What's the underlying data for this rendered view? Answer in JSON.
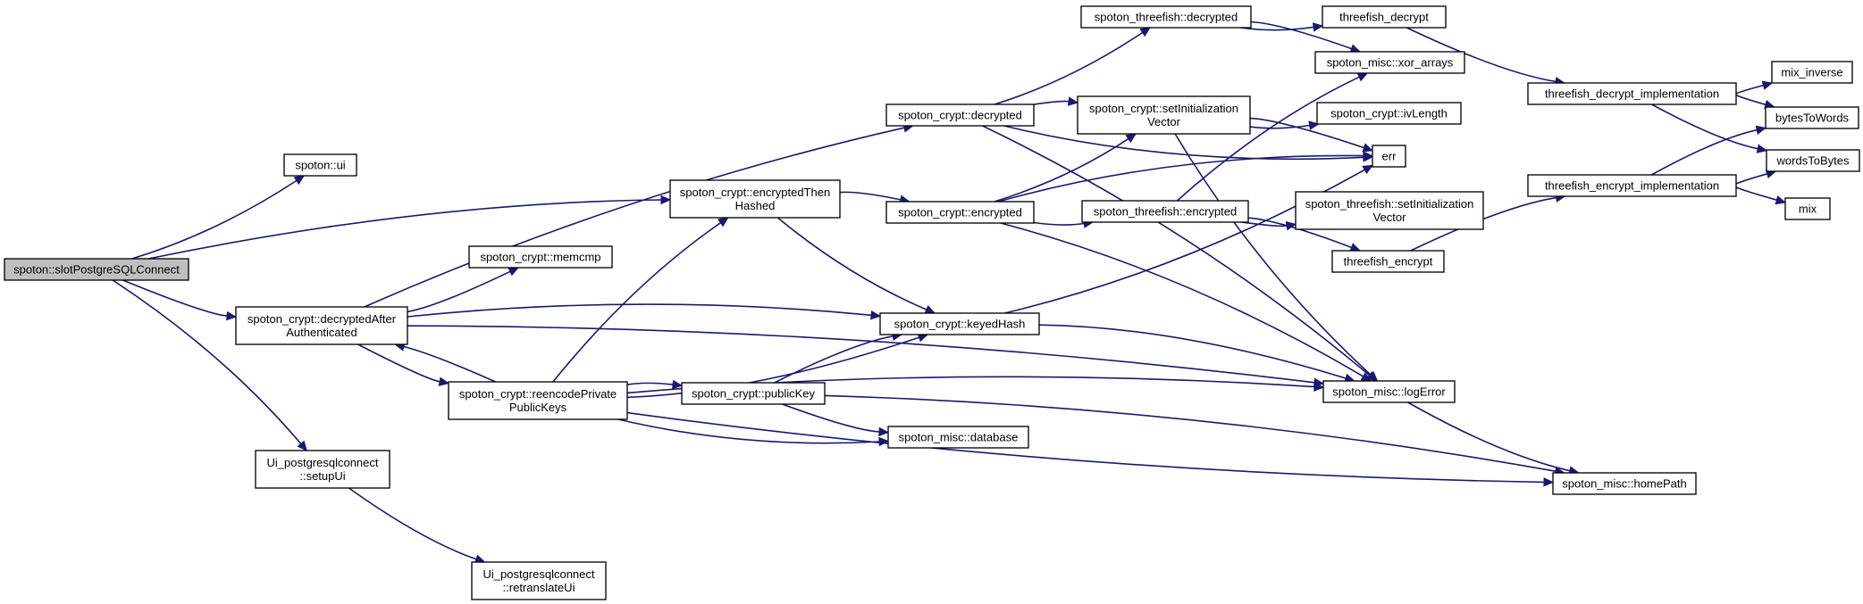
{
  "diagram": {
    "colors": {
      "edge": "#191970",
      "node_fill": "#ffffff",
      "root_fill": "#bfbfbf",
      "border": "#000000"
    },
    "nodes": [
      {
        "id": "slotPostgreSQLConnect",
        "lines": [
          "spoton::slotPostgreSQLConnect"
        ],
        "root": true
      },
      {
        "id": "ui",
        "lines": [
          "spoton::ui"
        ]
      },
      {
        "id": "decryptedAfterAuthenticated",
        "lines": [
          "spoton_crypt::decryptedAfter",
          "Authenticated"
        ]
      },
      {
        "id": "encryptedThenHashed",
        "lines": [
          "spoton_crypt::encryptedThen",
          "Hashed"
        ]
      },
      {
        "id": "setupUi",
        "lines": [
          "Ui_postgresqlconnect",
          "::setupUi"
        ]
      },
      {
        "id": "retranslateUi",
        "lines": [
          "Ui_postgresqlconnect",
          "::retranslateUi"
        ]
      },
      {
        "id": "memcmp",
        "lines": [
          "spoton_crypt::memcmp"
        ]
      },
      {
        "id": "reencodePrivatePublicKeys",
        "lines": [
          "spoton_crypt::reencodePrivate",
          "PublicKeys"
        ]
      },
      {
        "id": "decrypted",
        "lines": [
          "spoton_crypt::decrypted"
        ]
      },
      {
        "id": "encrypted",
        "lines": [
          "spoton_crypt::encrypted"
        ]
      },
      {
        "id": "keyedHash",
        "lines": [
          "spoton_crypt::keyedHash"
        ]
      },
      {
        "id": "publicKey",
        "lines": [
          "spoton_crypt::publicKey"
        ]
      },
      {
        "id": "database",
        "lines": [
          "spoton_misc::database"
        ]
      },
      {
        "id": "tf_decrypted",
        "lines": [
          "spoton_threefish::decrypted"
        ]
      },
      {
        "id": "setInitializationVector",
        "lines": [
          "spoton_crypt::setInitialization",
          "Vector"
        ]
      },
      {
        "id": "tf_encrypted",
        "lines": [
          "spoton_threefish::encrypted"
        ]
      },
      {
        "id": "threefish_decrypt",
        "lines": [
          "threefish_decrypt"
        ]
      },
      {
        "id": "xor_arrays",
        "lines": [
          "spoton_misc::xor_arrays"
        ]
      },
      {
        "id": "ivLength",
        "lines": [
          "spoton_crypt::ivLength"
        ]
      },
      {
        "id": "err",
        "lines": [
          "err"
        ]
      },
      {
        "id": "tf_setInitializationVector",
        "lines": [
          "spoton_threefish::setInitialization",
          "Vector"
        ]
      },
      {
        "id": "threefish_encrypt",
        "lines": [
          "threefish_encrypt"
        ]
      },
      {
        "id": "logError",
        "lines": [
          "spoton_misc::logError"
        ]
      },
      {
        "id": "homePath",
        "lines": [
          "spoton_misc::homePath"
        ]
      },
      {
        "id": "tf_decrypt_impl",
        "lines": [
          "threefish_decrypt_implementation"
        ]
      },
      {
        "id": "tf_encrypt_impl",
        "lines": [
          "threefish_encrypt_implementation"
        ]
      },
      {
        "id": "mix_inverse",
        "lines": [
          "mix_inverse"
        ]
      },
      {
        "id": "bytesToWords",
        "lines": [
          "bytesToWords"
        ]
      },
      {
        "id": "wordsToBytes",
        "lines": [
          "wordsToBytes"
        ]
      },
      {
        "id": "mix",
        "lines": [
          "mix"
        ]
      }
    ],
    "edges": [
      [
        "slotPostgreSQLConnect",
        "ui"
      ],
      [
        "slotPostgreSQLConnect",
        "encryptedThenHashed"
      ],
      [
        "slotPostgreSQLConnect",
        "decryptedAfterAuthenticated"
      ],
      [
        "slotPostgreSQLConnect",
        "setupUi"
      ],
      [
        "setupUi",
        "retranslateUi"
      ],
      [
        "decryptedAfterAuthenticated",
        "decrypted"
      ],
      [
        "decryptedAfterAuthenticated",
        "memcmp"
      ],
      [
        "decryptedAfterAuthenticated",
        "keyedHash"
      ],
      [
        "decryptedAfterAuthenticated",
        "reencodePrivatePublicKeys"
      ],
      [
        "decryptedAfterAuthenticated",
        "logError"
      ],
      [
        "reencodePrivatePublicKeys",
        "decryptedAfterAuthenticated"
      ],
      [
        "reencodePrivatePublicKeys",
        "encryptedThenHashed"
      ],
      [
        "reencodePrivatePublicKeys",
        "keyedHash"
      ],
      [
        "reencodePrivatePublicKeys",
        "publicKey"
      ],
      [
        "reencodePrivatePublicKeys",
        "database"
      ],
      [
        "reencodePrivatePublicKeys",
        "logError"
      ],
      [
        "reencodePrivatePublicKeys",
        "homePath"
      ],
      [
        "encryptedThenHashed",
        "encrypted"
      ],
      [
        "encryptedThenHashed",
        "keyedHash"
      ],
      [
        "publicKey",
        "keyedHash"
      ],
      [
        "publicKey",
        "database"
      ],
      [
        "publicKey",
        "homePath"
      ],
      [
        "decrypted",
        "tf_decrypted"
      ],
      [
        "decrypted",
        "setInitializationVector"
      ],
      [
        "decrypted",
        "err"
      ],
      [
        "decrypted",
        "logError"
      ],
      [
        "encrypted",
        "setInitializationVector"
      ],
      [
        "encrypted",
        "err"
      ],
      [
        "encrypted",
        "tf_encrypted"
      ],
      [
        "encrypted",
        "logError"
      ],
      [
        "keyedHash",
        "err"
      ],
      [
        "keyedHash",
        "logError"
      ],
      [
        "tf_decrypted",
        "threefish_decrypt"
      ],
      [
        "tf_decrypted",
        "xor_arrays"
      ],
      [
        "setInitializationVector",
        "ivLength"
      ],
      [
        "setInitializationVector",
        "err"
      ],
      [
        "setInitializationVector",
        "logError"
      ],
      [
        "tf_encrypted",
        "xor_arrays"
      ],
      [
        "tf_encrypted",
        "tf_setInitializationVector"
      ],
      [
        "tf_encrypted",
        "threefish_encrypt"
      ],
      [
        "threefish_decrypt",
        "tf_decrypt_impl"
      ],
      [
        "threefish_encrypt",
        "tf_encrypt_impl"
      ],
      [
        "tf_decrypt_impl",
        "mix_inverse"
      ],
      [
        "tf_decrypt_impl",
        "bytesToWords"
      ],
      [
        "tf_decrypt_impl",
        "wordsToBytes"
      ],
      [
        "tf_encrypt_impl",
        "bytesToWords"
      ],
      [
        "tf_encrypt_impl",
        "wordsToBytes"
      ],
      [
        "tf_encrypt_impl",
        "mix"
      ],
      [
        "logError",
        "homePath"
      ]
    ]
  }
}
